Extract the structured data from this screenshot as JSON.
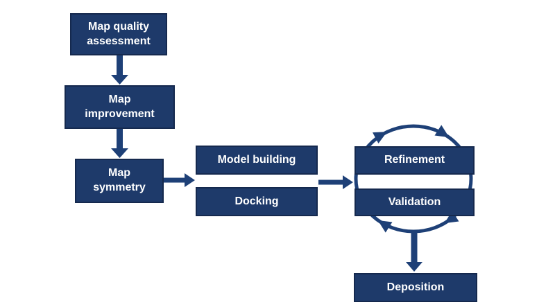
{
  "colors": {
    "box_fill": "#1E3A6A",
    "box_border": "#15294E",
    "arrow": "#1E4077",
    "text": "#FFFFFF",
    "background": "#FFFFFF"
  },
  "diagram": {
    "type": "flowchart",
    "nodes": [
      {
        "id": "map-quality-assessment",
        "label": "Map quality\nassessment"
      },
      {
        "id": "map-improvement",
        "label": "Map\nimprovement"
      },
      {
        "id": "map-symmetry",
        "label": "Map\nsymmetry"
      },
      {
        "id": "model-building",
        "label": "Model building"
      },
      {
        "id": "docking",
        "label": "Docking"
      },
      {
        "id": "refinement",
        "label": "Refinement"
      },
      {
        "id": "validation",
        "label": "Validation"
      },
      {
        "id": "deposition",
        "label": "Deposition"
      }
    ],
    "edges": [
      {
        "from": "Map quality assessment",
        "to": "Map improvement",
        "style": "straight-down"
      },
      {
        "from": "Map improvement",
        "to": "Map symmetry",
        "style": "straight-down"
      },
      {
        "from": "Map symmetry",
        "to": "Model building / Docking",
        "style": "straight-right"
      },
      {
        "from": "Model building / Docking",
        "to": "Refinement / Validation",
        "style": "straight-right"
      },
      {
        "from": "Refinement",
        "to": "Validation",
        "style": "circular-cycle",
        "direction": "clockwise",
        "arrowhead_count": 4
      },
      {
        "from": "Refinement / Validation cycle",
        "to": "Deposition",
        "style": "straight-down"
      }
    ]
  }
}
